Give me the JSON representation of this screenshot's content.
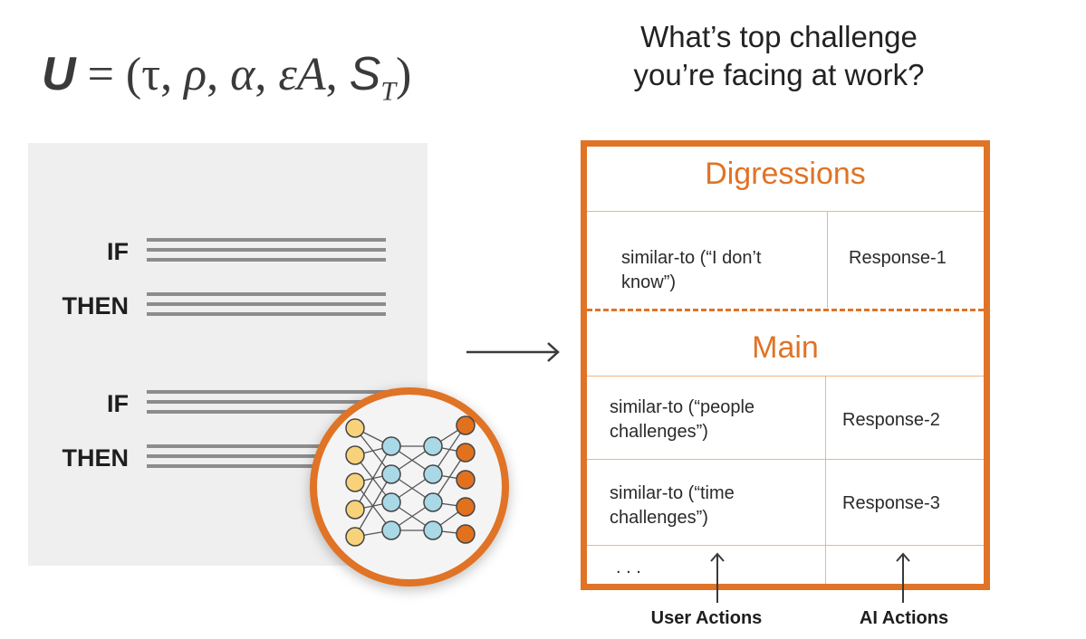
{
  "formula": {
    "lhs": "U",
    "eq": " = (τ, ",
    "rho": "ρ",
    "sep1": ", ",
    "alpha": "α",
    "sep2": ", ",
    "eps_a": "εA",
    "sep3": ", ",
    "s": "S",
    "sub": "T",
    "close": ")"
  },
  "question": {
    "line1": "What’s top challenge",
    "line2": "you’re facing at work?"
  },
  "rules": {
    "if1": "IF",
    "then1": "THEN",
    "if2": "IF",
    "then2": "THEN"
  },
  "table": {
    "digressions_title": "Digressions",
    "main_title": "Main",
    "rows": [
      {
        "user": "similar-to (“I don’t know”)",
        "ai": "Response-1"
      },
      {
        "user": "similar-to (“people challenges”)",
        "ai": "Response-2"
      },
      {
        "user": "similar-to (“time challenges”)",
        "ai": "Response-3"
      },
      {
        "user": ". . .",
        "ai": ""
      }
    ]
  },
  "labels": {
    "user_actions": "User Actions",
    "ai_actions": "AI Actions"
  },
  "colors": {
    "accent": "#e07326",
    "panel": "#efefef",
    "node_input": "#f7d27a",
    "node_hidden": "#a9d8e6",
    "node_output": "#e2711e"
  },
  "icons": [
    "right-arrow-icon",
    "neural-network-icon",
    "up-arrow-icon"
  ]
}
